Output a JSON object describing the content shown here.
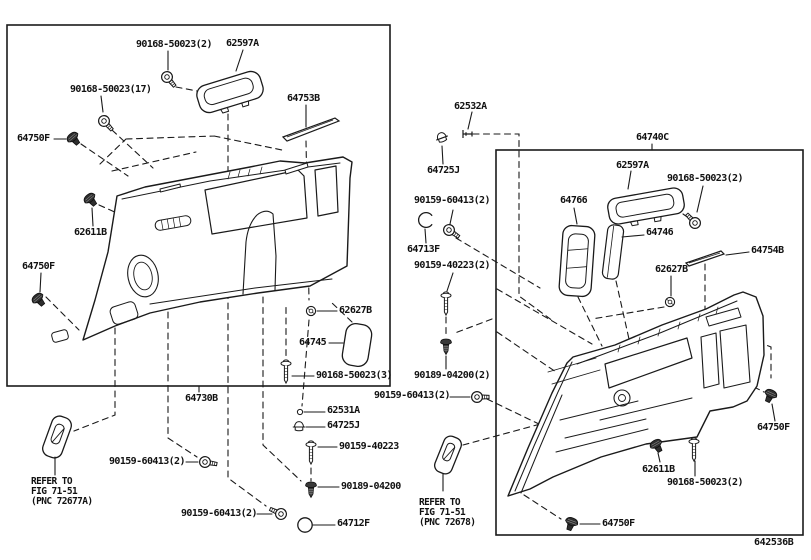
{
  "diagram_code": "642536B",
  "left_box": {
    "part_labels": [
      "90168-50023(2)",
      "62597A",
      "90168-50023(17)",
      "64753B",
      "64750F",
      "62611B",
      "64750F",
      "62627B",
      "64745",
      "90168-50023(3)",
      "64730B",
      "62531A",
      "64725J",
      "90159-40223",
      "90189-04200",
      "90159-60413(2)",
      "90159-60413(2)",
      "64712F"
    ],
    "refer_note": {
      "line1": "REFER TO",
      "line2": "FIG 71-51",
      "line3": "(PNC 72677A)"
    }
  },
  "right_box": {
    "part_labels": [
      "62532A",
      "64740C",
      "64725J",
      "62597A",
      "90168-50023(2)",
      "90159-60413(2)",
      "64766",
      "64746",
      "64713F",
      "64754B",
      "90159-40223(2)",
      "62627B",
      "90189-04200(2)",
      "90159-60413(2)",
      "64750F",
      "62611B",
      "90168-50023(2)",
      "64750F"
    ],
    "refer_note": {
      "line1": "REFER TO",
      "line2": "FIG 71-51",
      "line3": "(PNC 72678)"
    }
  }
}
